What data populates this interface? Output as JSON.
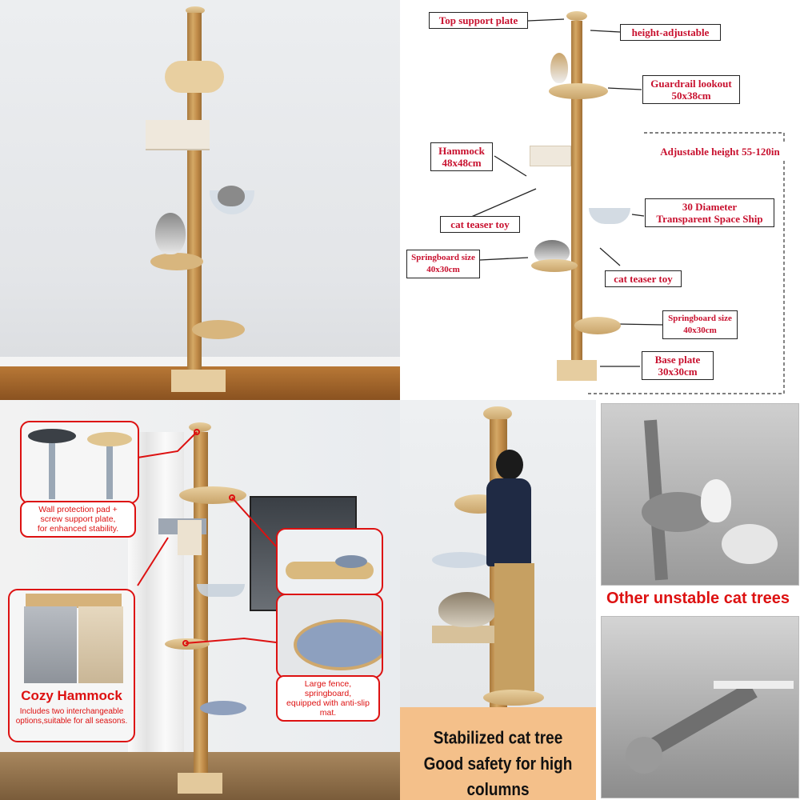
{
  "panel_top_right": {
    "labels": {
      "top_plate": "Top support plate",
      "height_adjustable": "height-adjustable",
      "guardrail": "Guardrail lookout\n50x38cm",
      "adjustable_height": "Adjustable height 55-120in",
      "hammock": "Hammock\n48x48cm",
      "teaser_left": "cat teaser toy",
      "space_ship": "30 Diameter\nTransparent Space Ship",
      "springboard_left": "Springboard size\n40x30cm",
      "teaser_right": "cat teaser toy",
      "springboard_right": "Springboard size\n40x30cm",
      "base_plate": "Base plate\n30x30cm"
    }
  },
  "panel_bottom_left": {
    "wall_pad": "Wall protection pad +\nscrew support plate,\nfor enhanced stability.",
    "hammock_title": "Cozy Hammock",
    "hammock_desc": "Includes two interchangeable\noptions,suitable for all seasons.",
    "fence_desc": "Large fence, springboard,\nequipped with anti-slip mat."
  },
  "panel_bottom_middle": {
    "caption": "Stabilized cat tree\nGood safety for high columns"
  },
  "panel_bottom_right": {
    "caption": "Other unstable cat trees"
  },
  "colors": {
    "red": "#d11111",
    "label_red": "#c8102e",
    "sisal": "#c9954f",
    "wood": "#e2c89a",
    "orange_panel": "#f4c08a"
  }
}
